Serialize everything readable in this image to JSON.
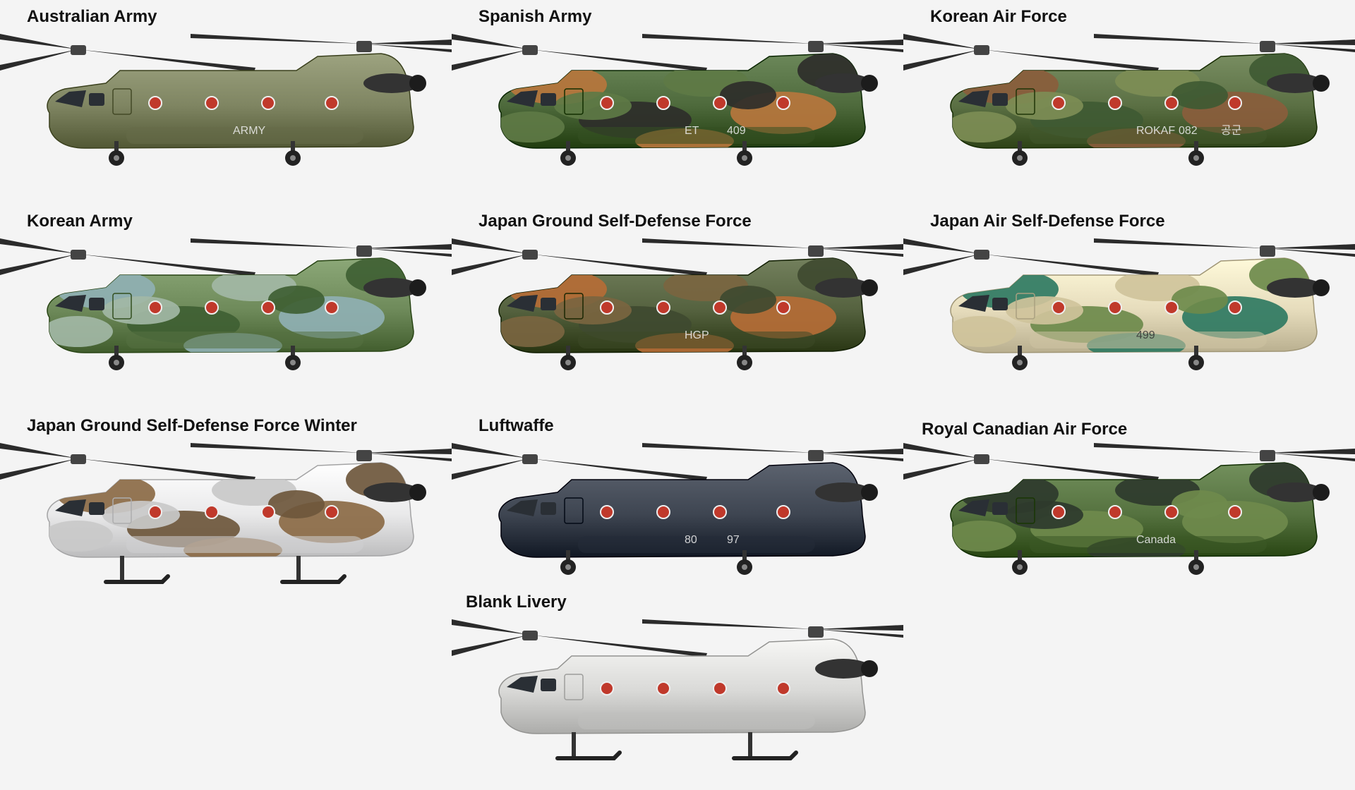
{
  "liveries": [
    {
      "label": "Australian Army",
      "base": "#7f8562",
      "camo": [],
      "markings": [
        "ARMY"
      ],
      "gear": "wheels"
    },
    {
      "label": "Spanish Army",
      "base": "#4e6a3c",
      "camo": [
        "#b7763d",
        "#2e2e2a",
        "#5e7a45"
      ],
      "markings": [
        "ET",
        "409"
      ],
      "gear": "wheels"
    },
    {
      "label": "Korean Air Force",
      "base": "#5b7044",
      "camo": [
        "#8a5d3c",
        "#3f5a33",
        "#7d8d55"
      ],
      "markings": [
        "ROKAF",
        "082",
        "공군"
      ],
      "gear": "wheels"
    },
    {
      "label": "Korean Army",
      "base": "#6e8a5a",
      "camo": [
        "#8fb0b3",
        "#3f5f33",
        "#a2b7a5"
      ],
      "markings": [],
      "gear": "wheels"
    },
    {
      "label": "Japan Ground Self-Defense Force",
      "base": "#55623f",
      "camo": [
        "#b56d36",
        "#3f4a30",
        "#7a6540"
      ],
      "markings": [
        "HGP"
      ],
      "gear": "wheels"
    },
    {
      "label": "Japan Air Self-Defense Force",
      "base": "#e6dcbc",
      "camo": [
        "#2f7a62",
        "#6c8a4b",
        "#cfc39b"
      ],
      "markings": [
        "499"
      ],
      "gear": "wheels"
    },
    {
      "label": "Japan Ground Self-Defense Force Winter",
      "base": "#e9e9ea",
      "camo": [
        "#8b6a45",
        "#6e573c",
        "#c9c9c9"
      ],
      "markings": [],
      "gear": "skis"
    },
    {
      "label": "Luftwaffe",
      "base": "#3e4551",
      "camo": [],
      "markings": [
        "80",
        "97"
      ],
      "gear": "wheels"
    },
    {
      "label": "Royal Canadian Air Force",
      "base": "#55723f",
      "camo": [
        "#2e3a2c",
        "#6f8a4c"
      ],
      "markings": [
        "Canada"
      ],
      "gear": "wheels"
    },
    {
      "label": "Blank Livery",
      "base": "#d9d9d7",
      "camo": [],
      "markings": [],
      "gear": "skis"
    }
  ]
}
